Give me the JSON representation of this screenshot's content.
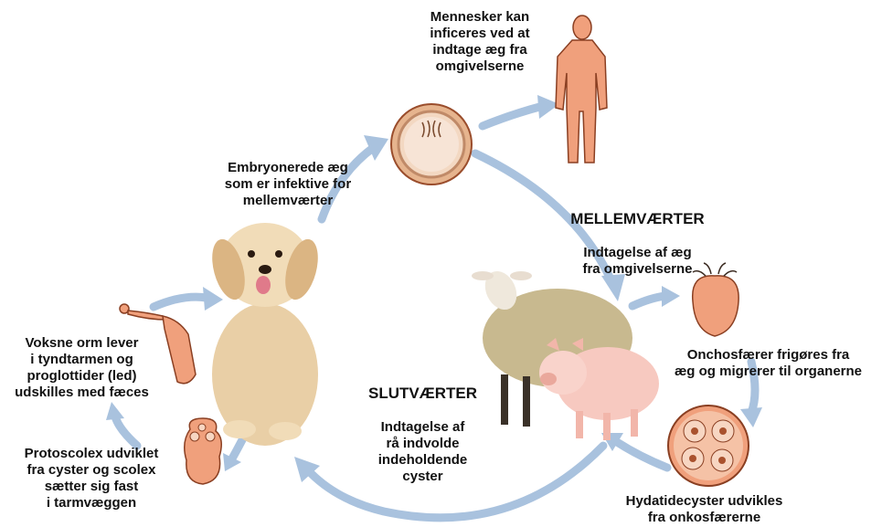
{
  "colors": {
    "arrow": "#a9c2de",
    "organism_fill": "#f0a07c",
    "organism_stroke": "#8a3f22",
    "egg_shell": "#e6b48e",
    "egg_inner": "#f3d8c2",
    "dog": "#e9cfa6",
    "sheep": "#c8b98f",
    "pig": "#f7c9c0"
  },
  "labels": {
    "human": "Mennesker kan\ninficeres ved at\nindtage æg fra\nomgivelserne",
    "eggs": "Embryonerede æg\nsom er infektive for\nmellemværter",
    "intermediate_title": "MELLEMVÆRTER",
    "intermediate_text": "Indtagelse af æg\nfra omgivelserne",
    "oncosphere": "Onchosfærer frigøres fra\næg og migrerer til organerne",
    "hydatid": "Hydatidecyster udvikles\nfra onkosfærerne",
    "definitive_title": "SLUTVÆRTER",
    "definitive_text": "Indtagelse af\nrå indvolde\nindeholdende\ncyster",
    "adult": "Voksne orm lever\ni tyndtarmen og\nproglottider (led)\nudskilles med fæces",
    "protoscolex": "Protoscolex udviklet\nfra cyster og scolex\nsætter sig fast\ni tarmvæggen"
  }
}
